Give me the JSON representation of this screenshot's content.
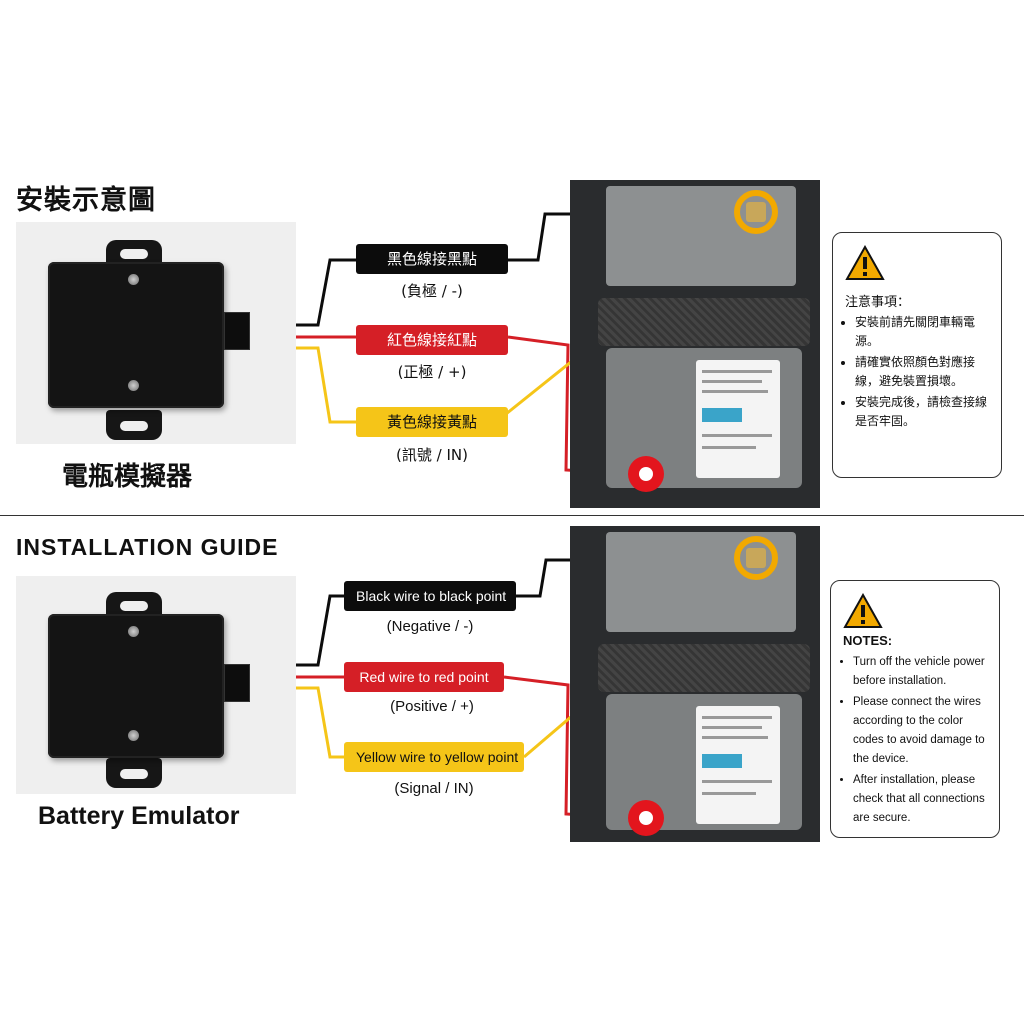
{
  "zh": {
    "title": "安裝示意圖",
    "device_name": "電瓶模擬器",
    "wires": [
      {
        "label": "黑色線接黑點",
        "sub": "(負極 / -)"
      },
      {
        "label": "紅色線接紅點",
        "sub": "(正極 / +)"
      },
      {
        "label": "黃色線接黃點",
        "sub": "(訊號 / IN)"
      }
    ],
    "notes_title": "注意事項：",
    "notes": [
      "安裝前請先關閉車輛電源。",
      "請確實依照顏色對應接線，避免裝置損壞。",
      "安裝完成後，請檢查接線是否牢固。"
    ]
  },
  "en": {
    "title": "INSTALLATION GUIDE",
    "device_name": "Battery Emulator",
    "wires": [
      {
        "label": "Black wire to black point",
        "sub": "(Negative / -)"
      },
      {
        "label": "Red wire to red point",
        "sub": "(Positive / +)"
      },
      {
        "label": "Yellow wire to yellow point",
        "sub": "(Signal / IN)"
      }
    ],
    "notes_title": "NOTES:",
    "notes": [
      "Turn off the vehicle power before installation.",
      "Please connect the wires according to the color codes to avoid damage to the device.",
      "After installation, please check that all connections are secure."
    ]
  },
  "colors": {
    "black_wire": "#0c0c0c",
    "red_wire": "#d51f26",
    "yellow_wire": "#f5c518",
    "warning": "#f2a900"
  },
  "icons": [
    "warning-icon",
    "screw-icon",
    "battery-terminal-icon"
  ]
}
